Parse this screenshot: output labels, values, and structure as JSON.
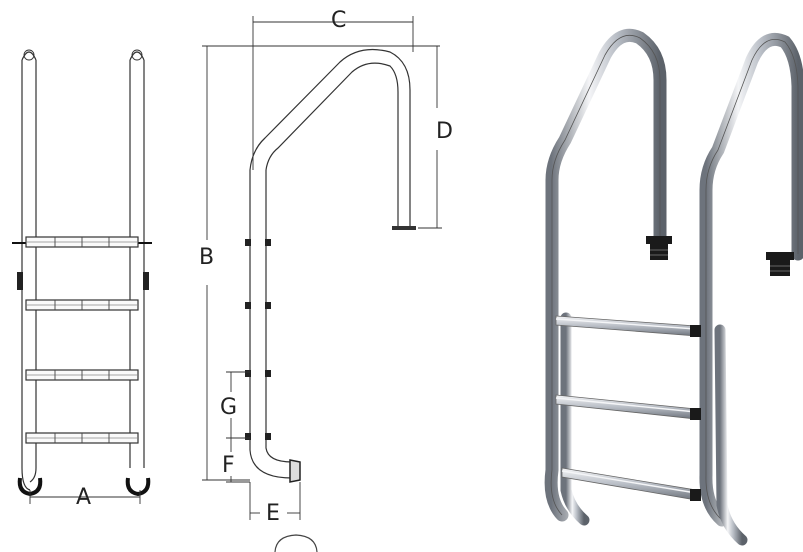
{
  "diagram": {
    "dimension_labels": {
      "a": "A",
      "b": "B",
      "c": "C",
      "d": "D",
      "e": "E",
      "f": "F",
      "g": "G"
    },
    "front_view": {
      "step_count": 4
    },
    "photo_view": {
      "step_count": 3
    },
    "colors": {
      "steel_light": "#f4f5f7",
      "steel_mid": "#b9bec6",
      "steel_dark": "#6d737c",
      "anchor_black": "#1a1a1a"
    }
  }
}
